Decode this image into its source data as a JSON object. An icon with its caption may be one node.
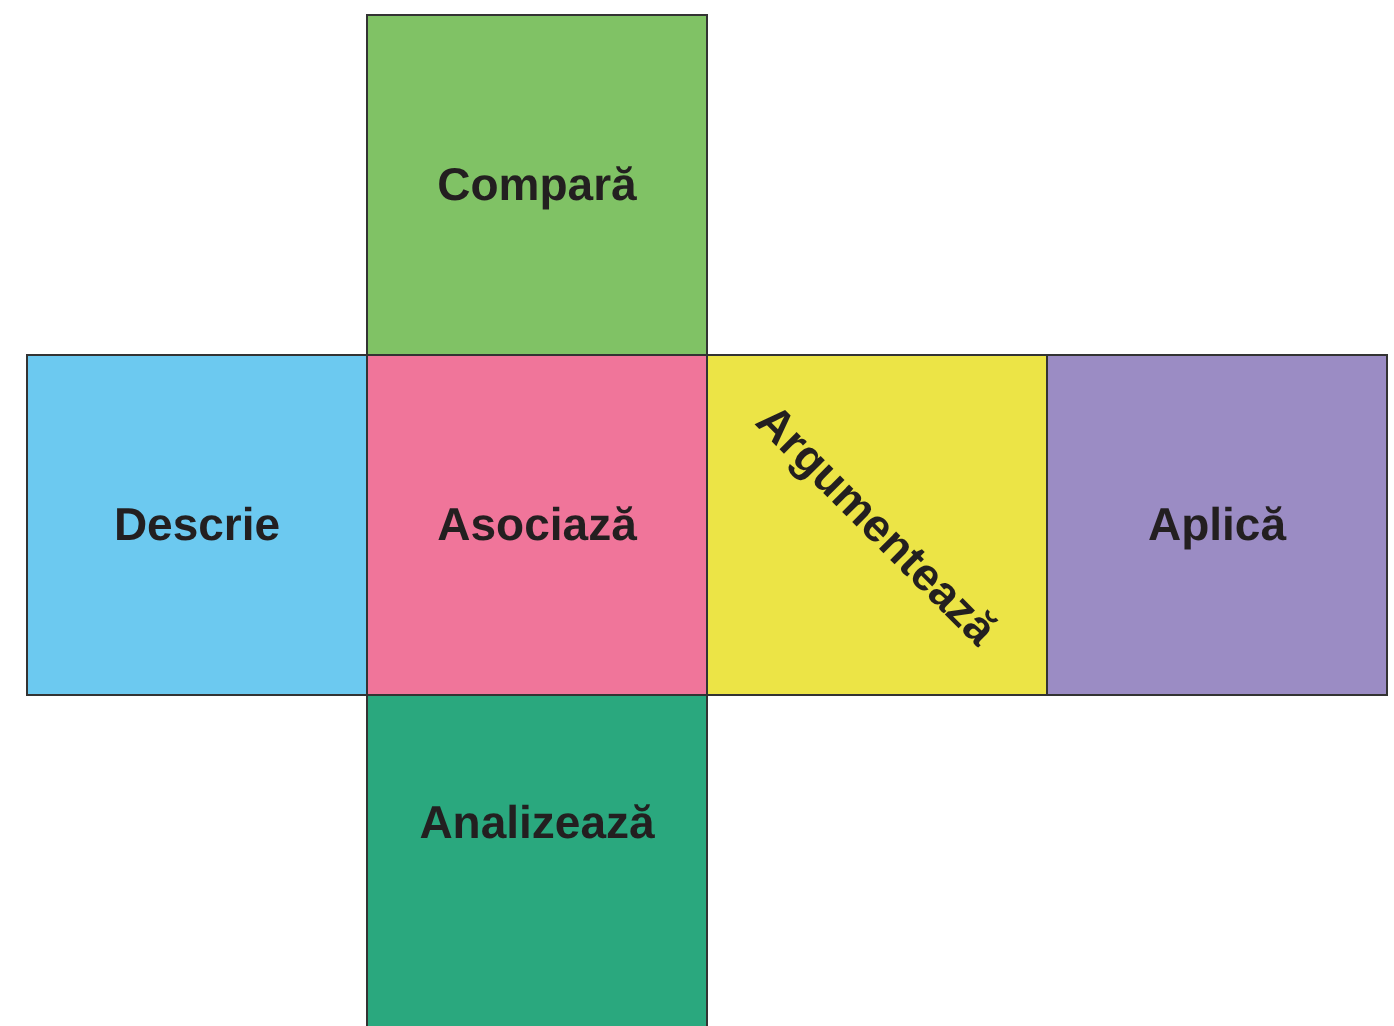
{
  "diagram": {
    "nodes": [
      {
        "text": [
          "Compară"
        ]
      },
      {
        "text": [
          "Descrie"
        ]
      },
      {
        "text": [
          "Asociază"
        ]
      },
      {
        "text": [
          "Argumentează"
        ]
      },
      {
        "text": [
          "Aplică"
        ]
      },
      {
        "text": [
          "Analizează"
        ]
      }
    ]
  }
}
